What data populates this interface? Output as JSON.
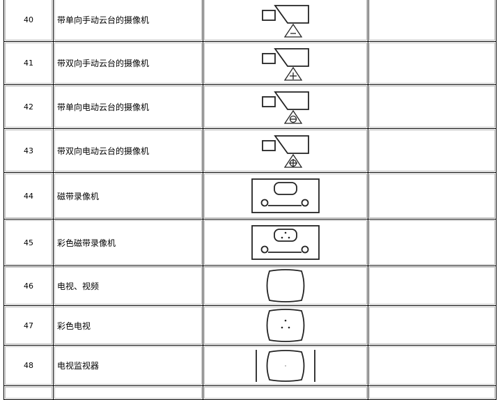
{
  "rows": [
    {
      "num": "40",
      "name": "带单向手动云台的摄像机",
      "symbol": "camera-manual-pan-one-way-icon"
    },
    {
      "num": "41",
      "name": "带双向手动云台的摄像机",
      "symbol": "camera-manual-pan-two-way-icon"
    },
    {
      "num": "42",
      "name": "带单向电动云台的摄像机",
      "symbol": "camera-motorized-pan-one-way-icon"
    },
    {
      "num": "43",
      "name": "带双向电动云台的摄像机",
      "symbol": "camera-motorized-pan-two-way-icon"
    },
    {
      "num": "44",
      "name": "磁带录像机",
      "symbol": "video-tape-recorder-icon"
    },
    {
      "num": "45",
      "name": "彩色磁带录像机",
      "symbol": "color-video-tape-recorder-icon"
    },
    {
      "num": "46",
      "name": "电视、视频",
      "symbol": "television-icon"
    },
    {
      "num": "47",
      "name": "彩色电视",
      "symbol": "color-television-icon"
    },
    {
      "num": "48",
      "name": "电视监视器",
      "symbol": "tv-monitor-icon"
    }
  ]
}
